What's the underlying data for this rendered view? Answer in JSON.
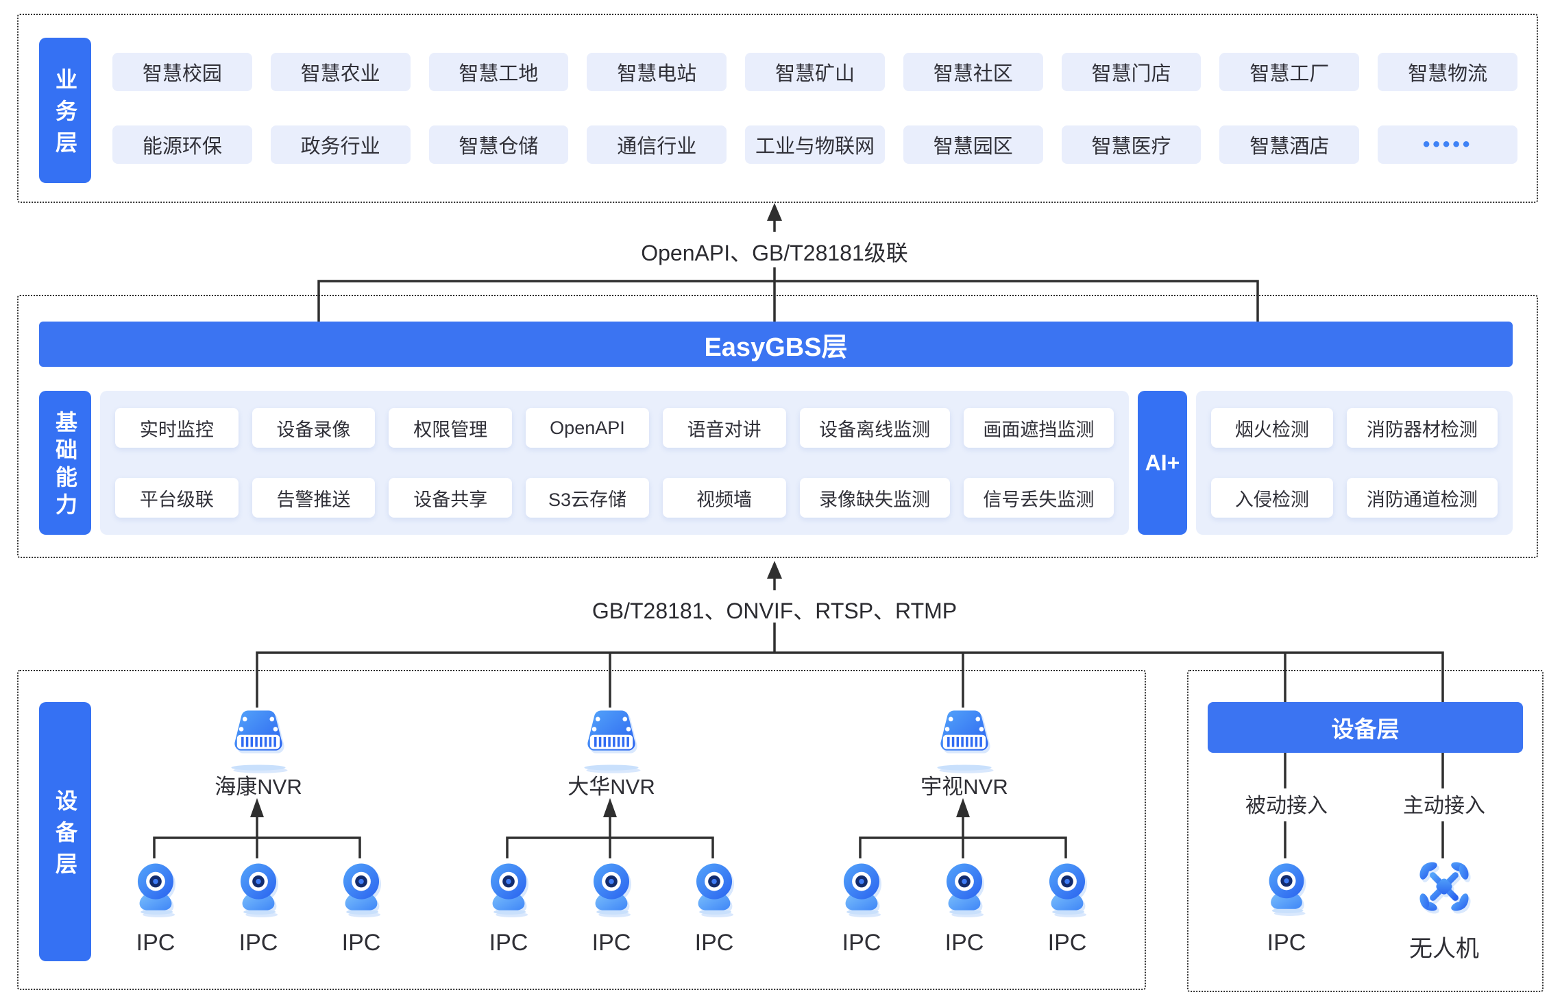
{
  "colors": {
    "accent": "#3571f3",
    "banner_blue": "#3b74f2",
    "chip_bg": "#e9eefc",
    "panel_bg": "#e9effc",
    "chip_white": "#ffffff",
    "line": "#2f2f2f",
    "text": "#2e2e34",
    "dots_blue": "#3f82f6",
    "icon_blue_dark": "#2a63ef",
    "icon_blue_light": "#54a4fa"
  },
  "business_layer": {
    "label": "业务层",
    "chips": [
      "智慧校园",
      "智慧农业",
      "智慧工地",
      "智慧电站",
      "智慧矿山",
      "智慧社区",
      "智慧门店",
      "智慧工厂",
      "智慧物流",
      "能源环保",
      "政务行业",
      "智慧仓储",
      "通信行业",
      "工业与物联网",
      "智慧园区",
      "智慧医疗",
      "智慧酒店",
      "•••••"
    ]
  },
  "top_connector": {
    "label": "OpenAPI、GB/T28181级联"
  },
  "easygbs_layer": {
    "banner": "EasyGBS层",
    "capabilities": {
      "label": "基础能力",
      "chips": [
        "实时监控",
        "设备录像",
        "权限管理",
        "OpenAPI",
        "语音对讲",
        "设备离线监测",
        "画面遮挡监测",
        "平台级联",
        "告警推送",
        "设备共享",
        "S3云存储",
        "视频墙",
        "录像缺失监测",
        "信号丢失监测"
      ]
    },
    "ai": {
      "label": "AI+",
      "chips": [
        "烟火检测",
        "消防器材检测",
        "入侵检测",
        "消防通道检测"
      ]
    }
  },
  "bottom_connector": {
    "label": "GB/T28181、ONVIF、RTSP、RTMP"
  },
  "device_layer": {
    "label": "设备层",
    "nvr_groups": [
      {
        "name": "海康NVR",
        "icon": "nvr-icon",
        "cameras": [
          "IPC",
          "IPC",
          "IPC"
        ]
      },
      {
        "name": "大华NVR",
        "icon": "nvr-icon",
        "cameras": [
          "IPC",
          "IPC",
          "IPC"
        ]
      },
      {
        "name": "宇视NVR",
        "icon": "nvr-icon",
        "cameras": [
          "IPC",
          "IPC",
          "IPC"
        ]
      }
    ],
    "right_panel": {
      "banner": "设备层",
      "columns": [
        {
          "access": "被动接入",
          "device": "IPC",
          "icon": "ipc-camera-icon"
        },
        {
          "access": "主动接入",
          "device": "无人机",
          "icon": "drone-icon"
        }
      ]
    }
  }
}
